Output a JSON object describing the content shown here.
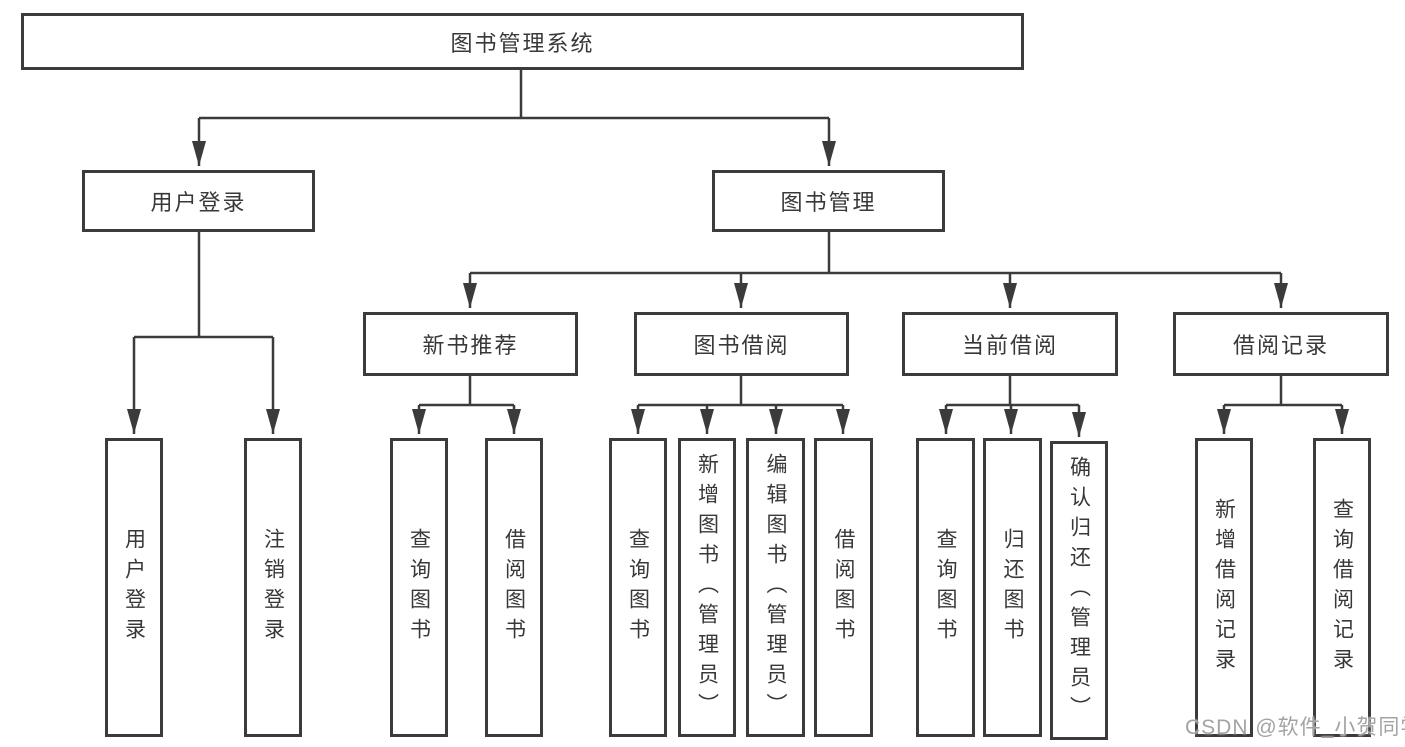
{
  "diagram": {
    "root": {
      "label": "图书管理系统"
    },
    "branches": [
      {
        "label": "用户登录",
        "children": [
          {
            "label": "用户登录"
          },
          {
            "label": "注销登录"
          }
        ]
      },
      {
        "label": "图书管理",
        "children": [
          {
            "label": "新书推荐",
            "children": [
              {
                "label": "查询图书"
              },
              {
                "label": "借阅图书"
              }
            ]
          },
          {
            "label": "图书借阅",
            "children": [
              {
                "label": "查询图书"
              },
              {
                "label": "新增图书（管理员）"
              },
              {
                "label": "编辑图书（管理员）"
              },
              {
                "label": "借阅图书"
              }
            ]
          },
          {
            "label": "当前借阅",
            "children": [
              {
                "label": "查询图书"
              },
              {
                "label": "归还图书"
              },
              {
                "label": "确认归还（管理员）"
              }
            ]
          },
          {
            "label": "借阅记录",
            "children": [
              {
                "label": "新增借阅记录"
              },
              {
                "label": "查询借阅记录"
              }
            ]
          }
        ]
      }
    ],
    "watermark": "CSDN @软件_小贺同学",
    "colors": {
      "line": "#3b3b3b",
      "text": "#383838",
      "watermark": "#a3a3a3",
      "background": "#ffffff"
    }
  }
}
